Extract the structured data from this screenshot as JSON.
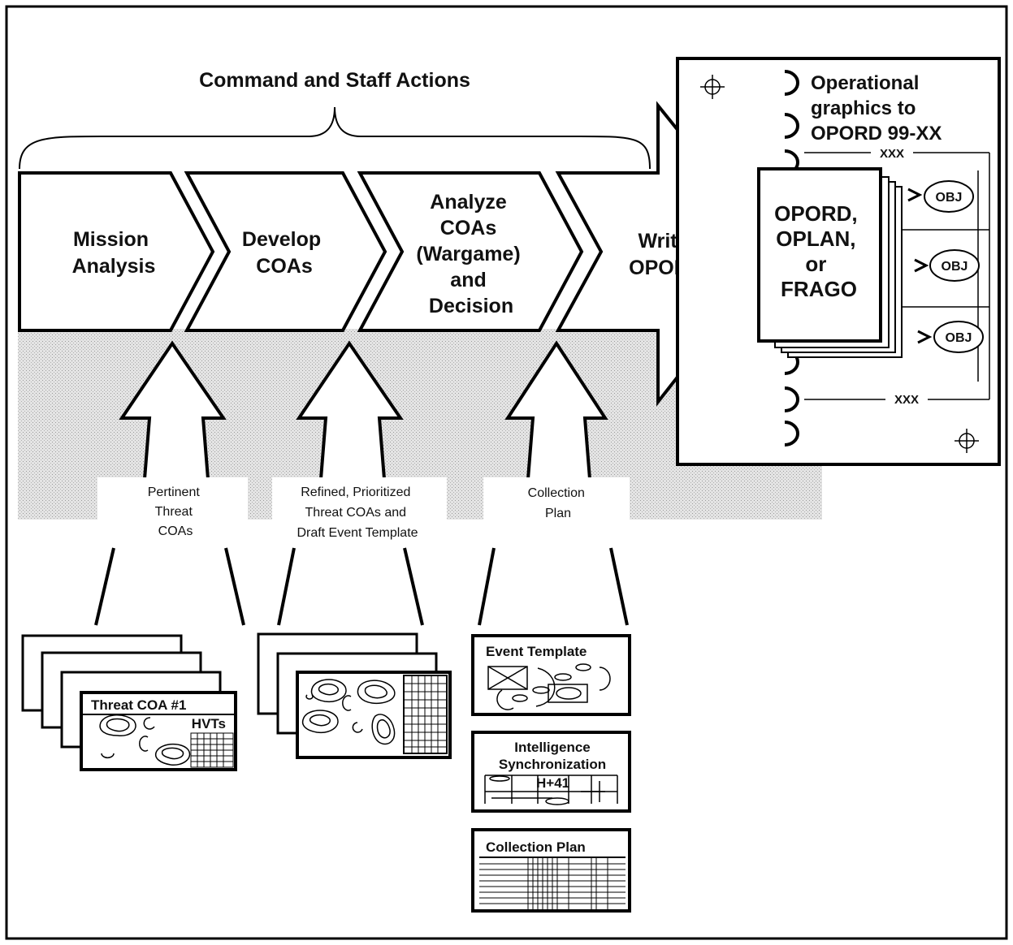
{
  "header": {
    "title": "Command and Staff Actions"
  },
  "steps": [
    {
      "lines": [
        "Mission",
        "Analysis"
      ]
    },
    {
      "lines": [
        "Develop",
        "COAs"
      ]
    },
    {
      "lines": [
        "Analyze",
        "COAs",
        "(Wargame)",
        "and",
        "Decision"
      ]
    },
    {
      "lines": [
        "Write",
        "OPORD"
      ]
    }
  ],
  "products": [
    {
      "lines": [
        "Pertinent",
        "Threat",
        "COAs"
      ]
    },
    {
      "lines": [
        "Refined, Prioritized",
        "Threat COAs and",
        "Draft Event Template"
      ]
    },
    {
      "lines": [
        "Collection",
        "Plan"
      ]
    }
  ],
  "opord_sheet": {
    "title_lines": [
      "Operational",
      "graphics to",
      "OPORD  99-XX"
    ],
    "boundary_label": "XXX",
    "objective_label": "OBJ"
  },
  "opord_document": {
    "lines": [
      "OPORD,",
      "OPLAN,",
      "or",
      "FRAGO"
    ]
  },
  "threat_card": {
    "title": "Threat   COA   #1",
    "hvts": "HVTs"
  },
  "cards": {
    "event_template": "Event    Template",
    "intel_sync": [
      "Intelligence",
      "Synchronization"
    ],
    "intel_sync_marker": "H+41",
    "collection_plan": "Collection    Plan"
  }
}
